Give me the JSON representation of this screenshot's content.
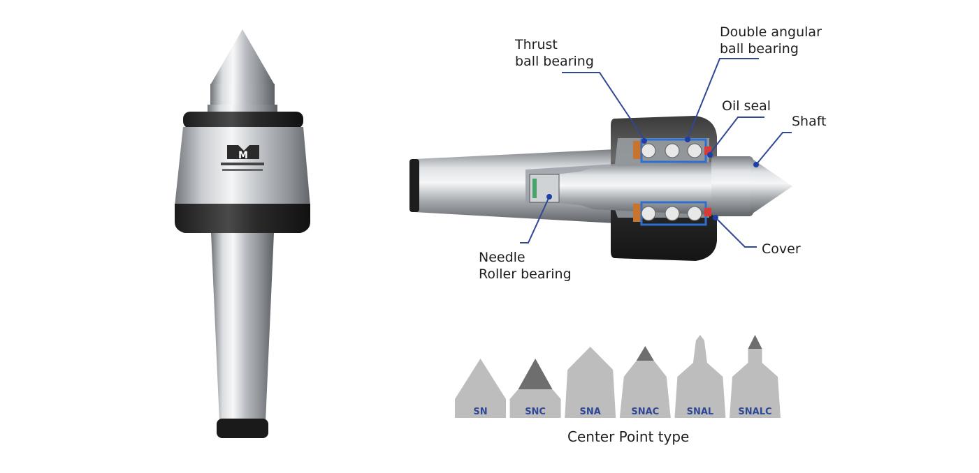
{
  "product": {
    "logo_letter": "M",
    "logo_line1": "",
    "logo_line2": ""
  },
  "callouts": {
    "thrust": [
      "Thrust",
      "ball bearing"
    ],
    "double": [
      "Double angular",
      "ball bearing"
    ],
    "oil": [
      "Oil seal"
    ],
    "shaft": [
      "Shaft"
    ],
    "cover": [
      "Cover"
    ],
    "needle": [
      "Needle",
      "Roller bearing"
    ]
  },
  "center_points": {
    "caption": "Center Point type",
    "types": [
      "SN",
      "SNC",
      "SNA",
      "SNAC",
      "SNAL",
      "SNALC"
    ]
  },
  "colors": {
    "callout_line": "#2f4896",
    "callout_dot": "#1f3ea8",
    "tip_fill": "#bdbdbd",
    "tip_carbide": "#6e6e6e"
  }
}
